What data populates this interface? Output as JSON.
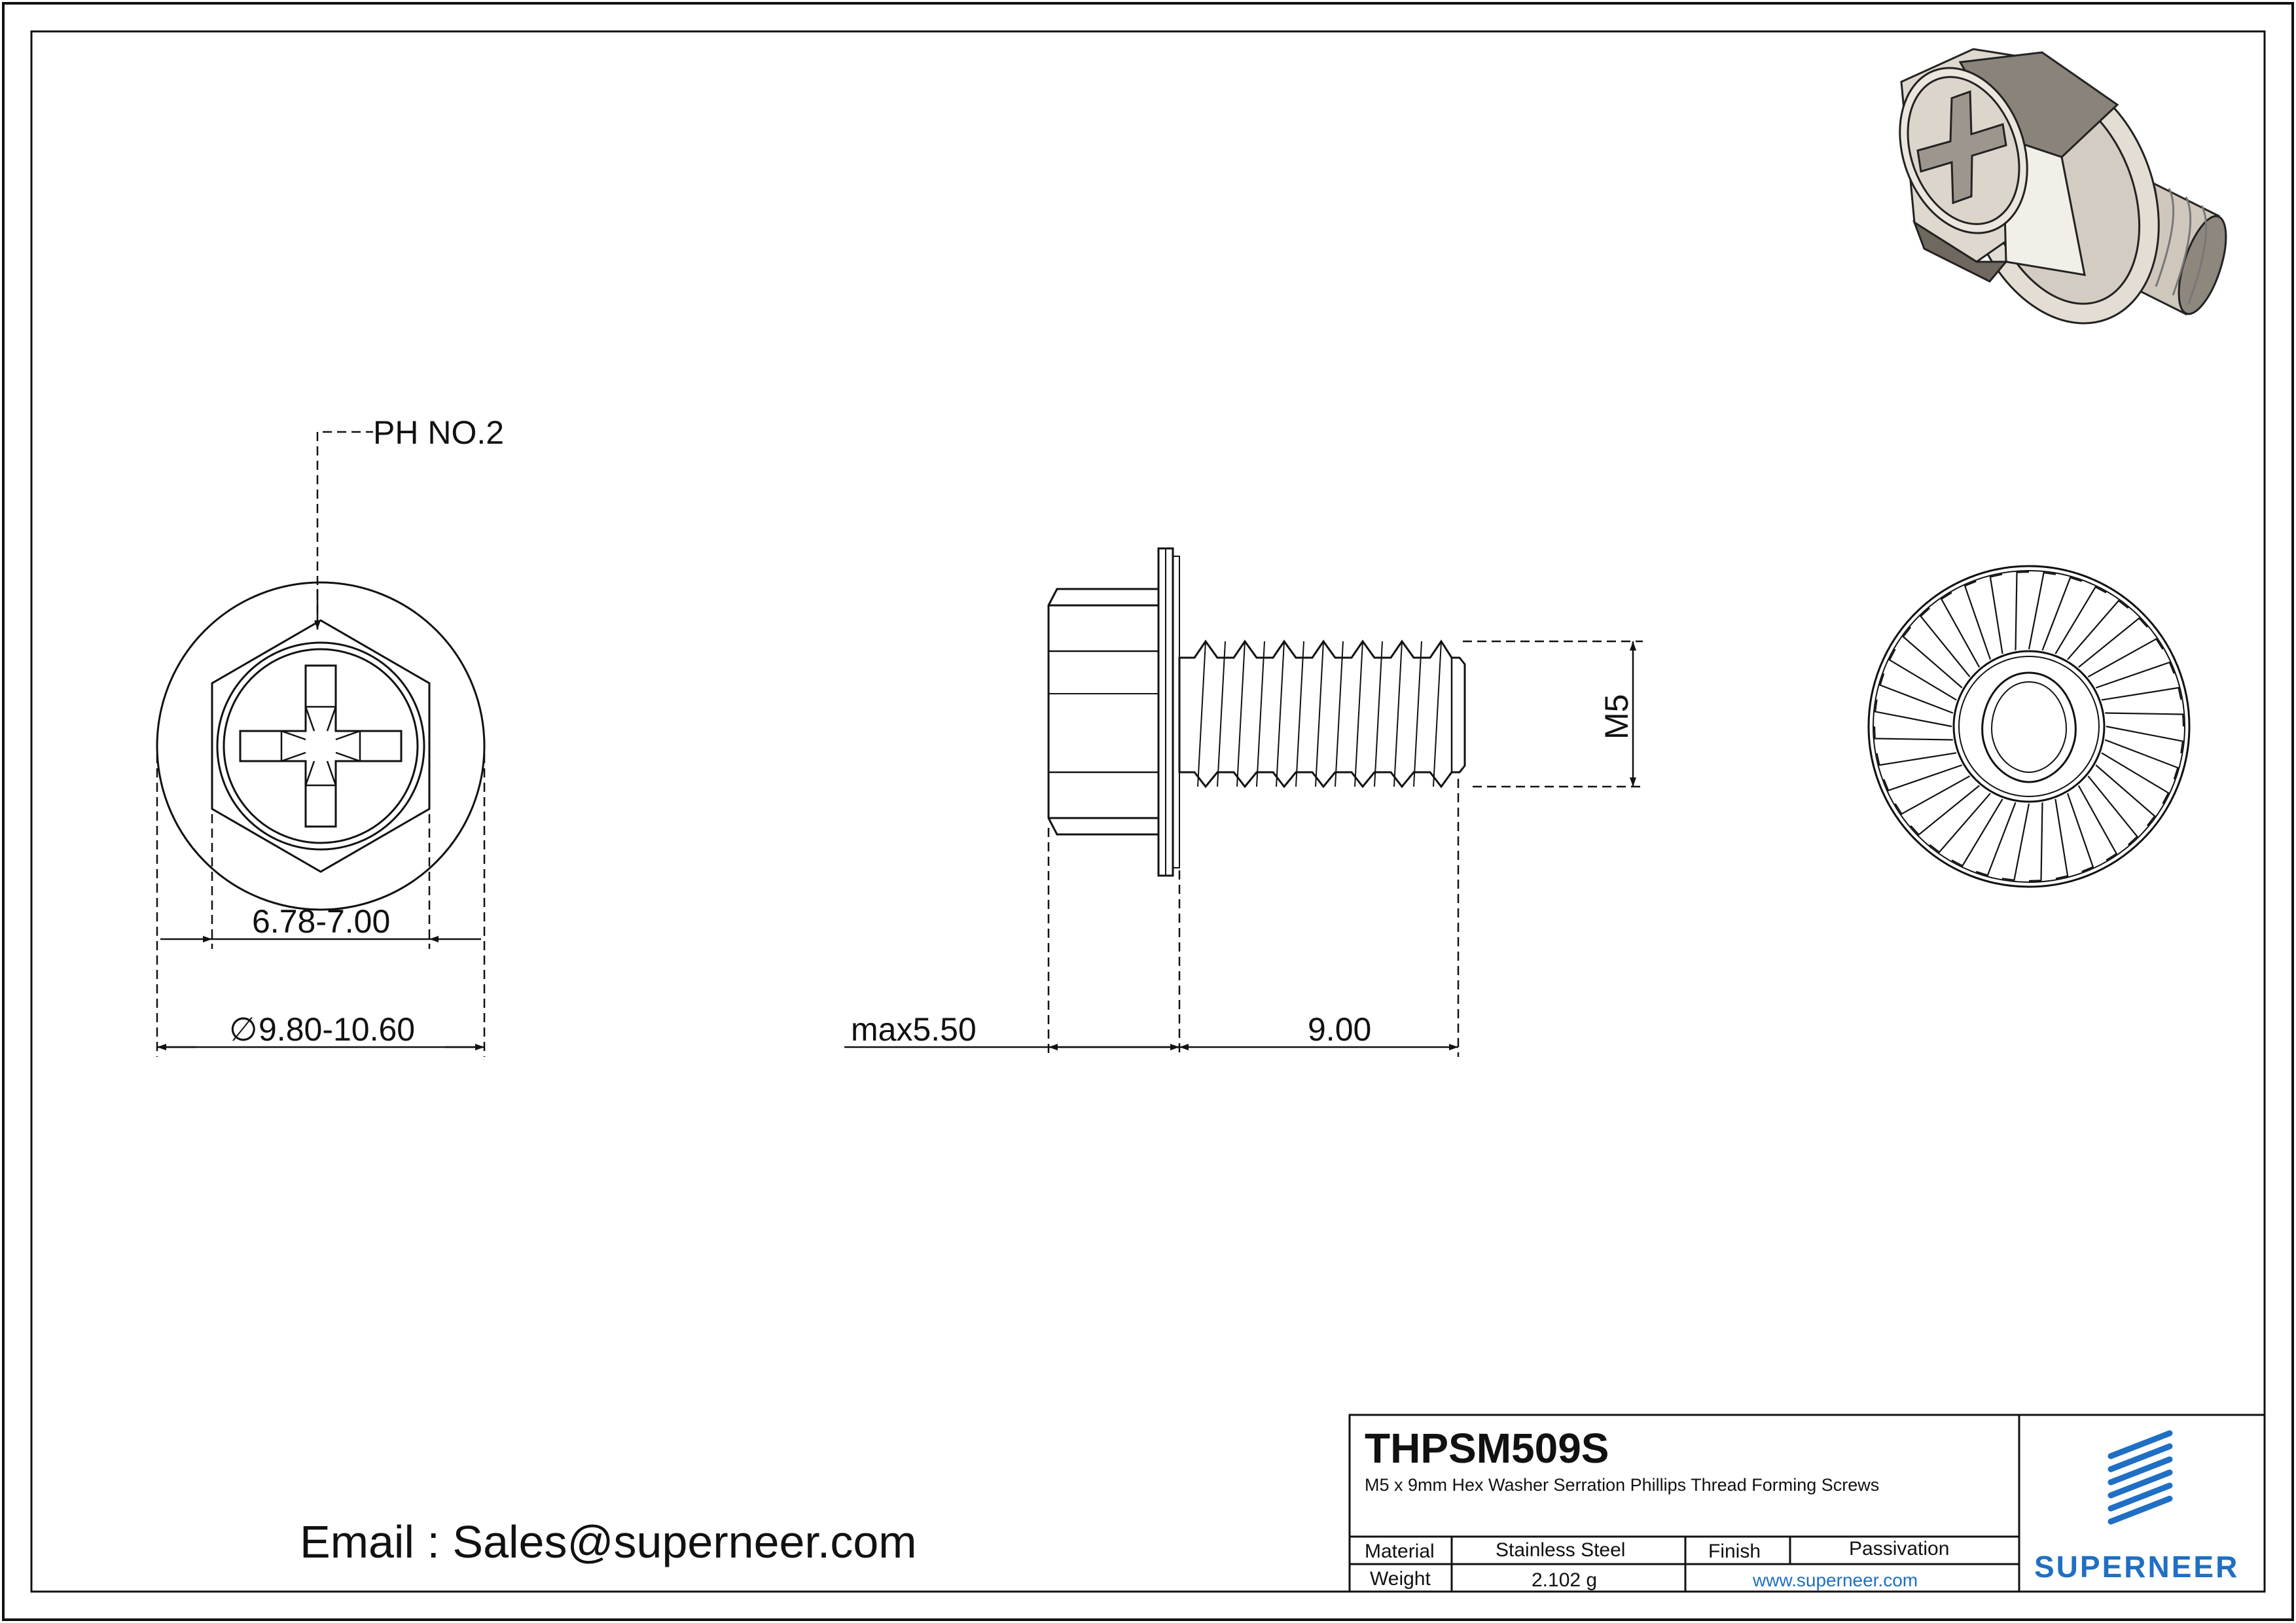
{
  "drawing": {
    "callout_recess": "PH NO.2",
    "dim_across_flats": "6.78-7.00",
    "dim_diameter_symbol": "∅",
    "dim_diameter": "9.80-10.60",
    "dim_head_height": "max5.50",
    "dim_length": "9.00",
    "dim_thread": "M5"
  },
  "contact": {
    "email": "Email : Sales@superneer.com"
  },
  "title_block": {
    "code": "THPSM509S",
    "description": "M5 x 9mm Hex Washer Serration Phillips Thread Forming  Screws",
    "material_label": "Material",
    "material_value": "Stainless Steel",
    "finish_label": "Finish",
    "finish_value": "Passivation",
    "weight_label": "Weight",
    "weight_value": "2.102 g",
    "website": "www.superneer.com",
    "brand": "SUPERNEER"
  },
  "colors": {
    "line": "#111111",
    "brand_blue": "#1f6fc4",
    "metal_light": "#d9d2c8",
    "metal_dark": "#7d766d"
  }
}
